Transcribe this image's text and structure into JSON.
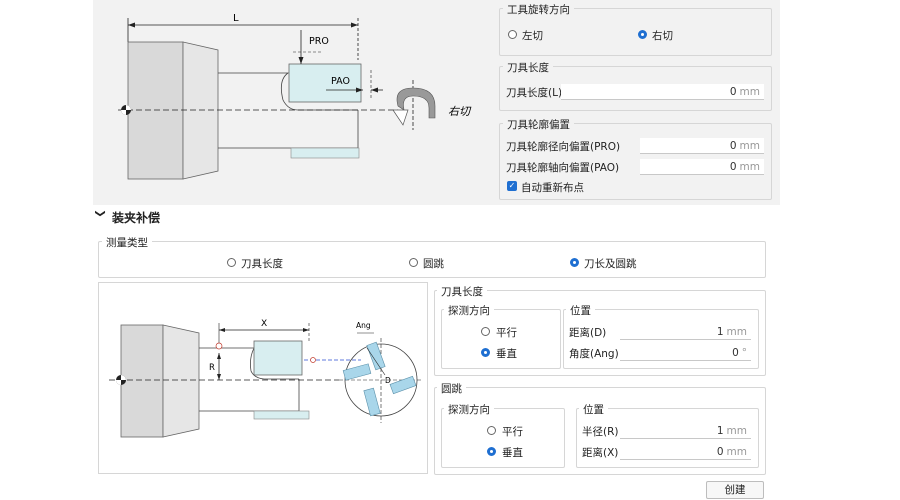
{
  "top_diagram": {
    "dim_L": "L",
    "dim_PRO": "PRO",
    "dim_PAO": "PAO",
    "cut_label": "右切"
  },
  "rotation": {
    "title": "工具旋转方向",
    "options": [
      "左切",
      "右切"
    ],
    "selected": "右切"
  },
  "tool_length": {
    "title": "刀具长度",
    "label": "刀具长度(L)",
    "value": "0",
    "unit": "mm"
  },
  "contour_offset": {
    "title": "刀具轮廓偏置",
    "radial_label": "刀具轮廓径向偏置(PRO)",
    "radial_value": "0",
    "radial_unit": "mm",
    "axial_label": "刀具轮廓轴向偏置(PAO)",
    "axial_value": "0",
    "axial_unit": "mm",
    "auto_label": "自动重新布点",
    "auto_checked": true,
    "check_glyph": "✓"
  },
  "fixture": {
    "title": "装夹补偿",
    "chevron": "❯",
    "measure_type": {
      "title": "测量类型",
      "options": [
        "刀具长度",
        "圆跳",
        "刀长及圆跳"
      ],
      "selected": "刀长及圆跳"
    },
    "bottom_diagram": {
      "dim_X": "X",
      "dim_R": "R",
      "dim_Ang": "Ang",
      "dim_D": "D"
    },
    "tool_length": {
      "title": "刀具长度",
      "probe_title": "探测方向",
      "probe_options": [
        "平行",
        "垂直"
      ],
      "probe_selected": "垂直",
      "pos_title": "位置",
      "distance_label": "距离(D)",
      "distance_value": "1",
      "distance_unit": "mm",
      "angle_label": "角度(Ang)",
      "angle_value": "0",
      "angle_unit": "°"
    },
    "runout": {
      "title": "圆跳",
      "probe_title": "探测方向",
      "probe_options": [
        "平行",
        "垂直"
      ],
      "probe_selected": "垂直",
      "pos_title": "位置",
      "radius_label": "半径(R)",
      "radius_value": "1",
      "radius_unit": "mm",
      "distance_label": "距离(X)",
      "distance_value": "0",
      "distance_unit": "mm"
    },
    "create_label": "创建"
  },
  "colors": {
    "accent": "#1f6fd1",
    "panel_bg": "#f2f2f2",
    "tool_fill": "#d8eef0",
    "chuck_fill": "#d9d9d9"
  }
}
